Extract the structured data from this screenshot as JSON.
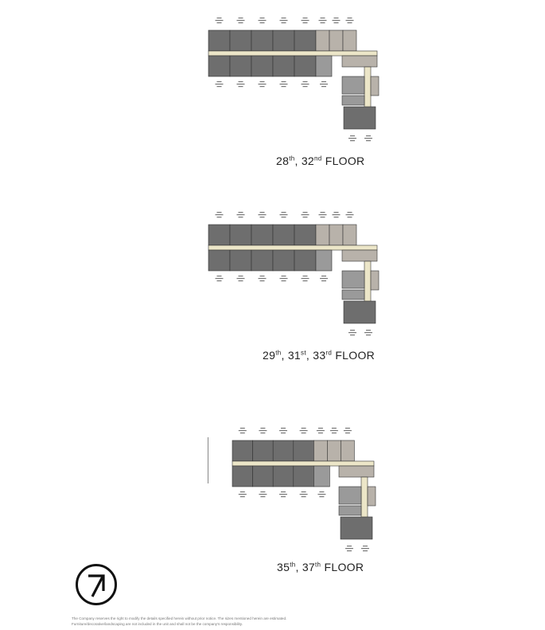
{
  "floors": [
    {
      "title_parts": [
        "28",
        "th",
        ", 32",
        "nd",
        " FLOOR"
      ]
    },
    {
      "title_parts": [
        "29",
        "th",
        ", 31",
        "st",
        ", 33",
        "rd",
        " FLOOR"
      ]
    },
    {
      "title_parts": [
        "35",
        "th",
        ", 37",
        "th",
        " FLOOR"
      ]
    }
  ],
  "colors": {
    "unit_dark": "#6e6e6e",
    "unit_mid": "#9a9a9a",
    "unit_light": "#b8b2aa",
    "corridor": "#ece6c8",
    "line": "#333333"
  },
  "compass_icon": "north-arrow-icon",
  "disclaimer": [
    "The Company reserves the right to modify the details specified herein without prior notice. The sizes mentioned herein are estimated.",
    "Furniture/decorative/landscaping are not included in the unit and shall not be the company's responsibility."
  ]
}
